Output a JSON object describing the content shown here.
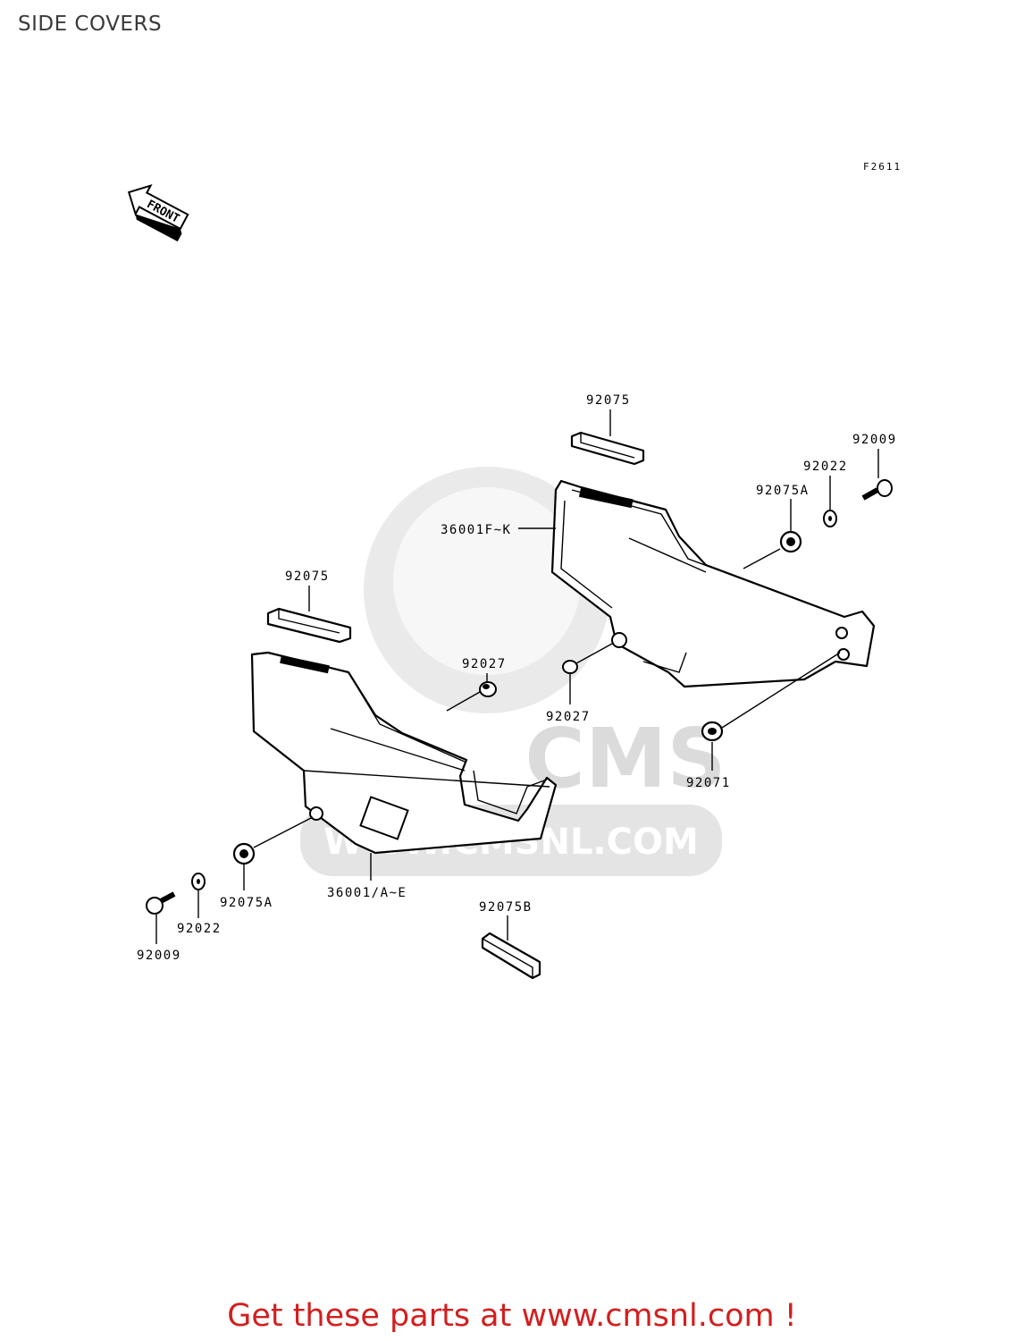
{
  "page": {
    "title": "SIDE COVERS"
  },
  "figure_code": "F2611",
  "front_indicator": "FRONT",
  "watermark": {
    "text": "WWW.CMSNL.COM",
    "logo_text": "CMS"
  },
  "callouts": [
    {
      "id": "c1",
      "part_no": "92075"
    },
    {
      "id": "c2",
      "part_no": "92009"
    },
    {
      "id": "c3",
      "part_no": "92022"
    },
    {
      "id": "c4",
      "part_no": "92075A"
    },
    {
      "id": "c5",
      "part_no": "36001F~K"
    },
    {
      "id": "c6",
      "part_no": "92075"
    },
    {
      "id": "c7",
      "part_no": "92027"
    },
    {
      "id": "c8",
      "part_no": "92027"
    },
    {
      "id": "c9",
      "part_no": "92071"
    },
    {
      "id": "c10",
      "part_no": "92075A"
    },
    {
      "id": "c11",
      "part_no": "36001/A~E"
    },
    {
      "id": "c12",
      "part_no": "92022"
    },
    {
      "id": "c13",
      "part_no": "92009"
    },
    {
      "id": "c14",
      "part_no": "92075B"
    }
  ],
  "footer": {
    "cta_text": "Get these parts at www.cmsnl.com !",
    "cta_color": "#d21f1f"
  }
}
